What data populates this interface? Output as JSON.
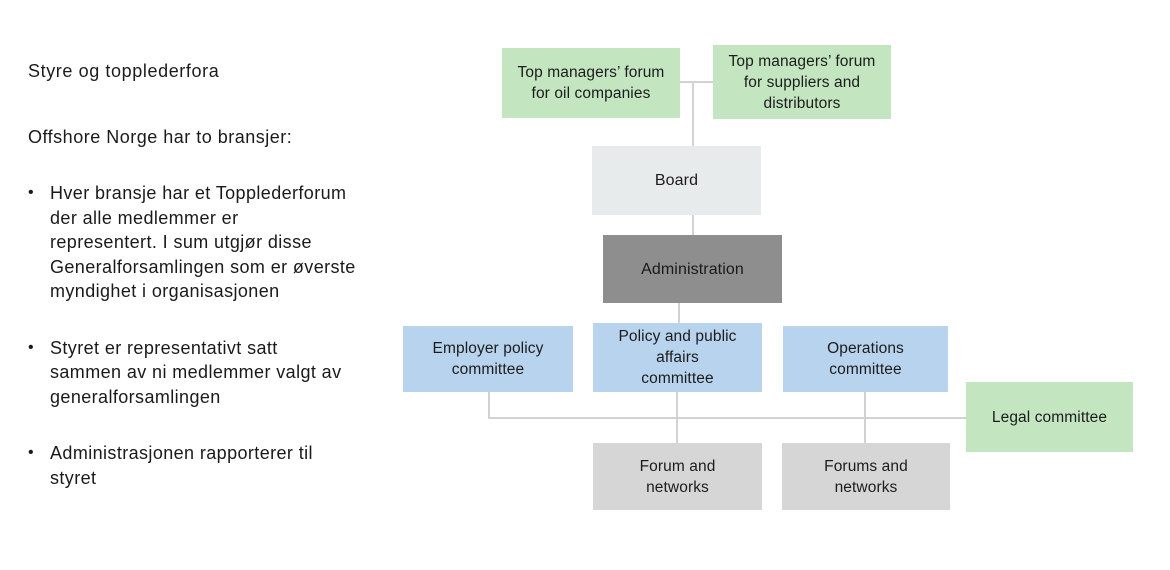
{
  "panel": {
    "title": "Styre og topplederfora",
    "intro": "Offshore Norge har to bransjer:",
    "bullet_char": "•",
    "bullets": [
      "Hver bransje har et Topplederforum\nder alle medlemmer er\nrepresentert. I sum utgjør disse\nGeneralforsamlingen som er øverste\nmyndighet i organisasjonen",
      "Styret er representativt satt\nsammen av ni medlemmer valgt av\ngeneralforsamlingen",
      "Administrasjonen rapporterer til\nstyret"
    ]
  },
  "chart": {
    "type": "org-chart",
    "nodes": {
      "oil_forum": {
        "label": "Top managers’ forum\nfor oil companies",
        "color": "#c3e6c1"
      },
      "suppliers_forum": {
        "label": "Top managers’ forum\nfor suppliers and\ndistributors",
        "color": "#c3e6c1"
      },
      "board": {
        "label": "Board",
        "color": "#e8ebec"
      },
      "administration": {
        "label": "Administration",
        "color": "#8e8e8e"
      },
      "employer_policy": {
        "label": "Employer policy\ncommittee",
        "color": "#b7d3ed"
      },
      "policy_public_affairs": {
        "label": "Policy and public\naffairs\ncommittee",
        "color": "#b7d3ed"
      },
      "operations": {
        "label": "Operations\ncommittee",
        "color": "#b7d3ed"
      },
      "legal": {
        "label": "Legal committee",
        "color": "#c3e6c1"
      },
      "forum_networks": {
        "label": "Forum and\nnetworks",
        "color": "#d6d6d6"
      },
      "forums_networks": {
        "label": "Forums and\nnetworks",
        "color": "#d6d6d6"
      }
    },
    "edges": [
      [
        "oil_forum",
        "board"
      ],
      [
        "suppliers_forum",
        "board"
      ],
      [
        "board",
        "administration"
      ],
      [
        "administration",
        "policy_public_affairs"
      ],
      [
        "employer_policy",
        "legal"
      ],
      [
        "policy_public_affairs",
        "forum_networks"
      ],
      [
        "operations",
        "forums_networks"
      ]
    ],
    "colors": {
      "green": "#c3e6c1",
      "blue": "#b7d3ed",
      "light_gray": "#e8ebec",
      "dark_gray": "#8e8e8e",
      "mid_gray": "#d6d6d6",
      "connector": "#d2d2d2"
    }
  }
}
